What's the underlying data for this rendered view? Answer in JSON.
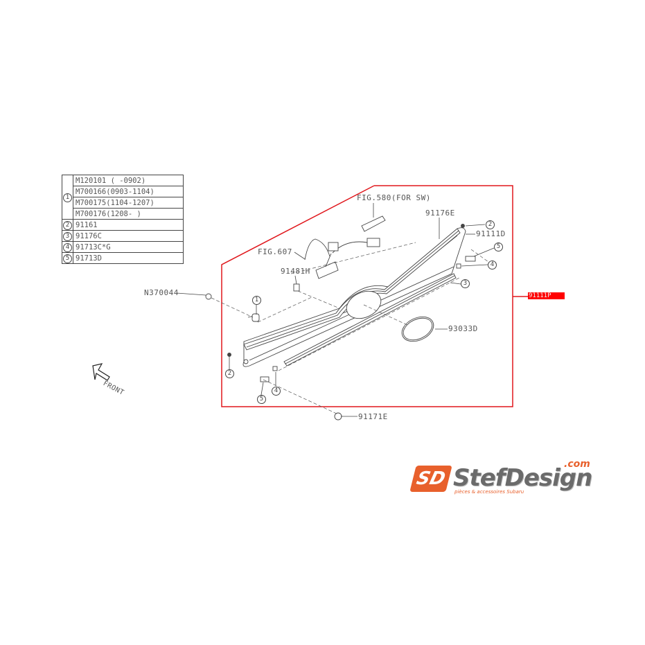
{
  "legend_table": {
    "rows": [
      {
        "num": "1",
        "values": [
          "M120101 (  -0902)",
          "M700166(0903-1104)",
          "M700175(1104-1207)",
          "M700176(1208-  )"
        ]
      },
      {
        "num": "2",
        "values": [
          "91161"
        ]
      },
      {
        "num": "3",
        "values": [
          "91176C"
        ]
      },
      {
        "num": "4",
        "values": [
          "91713C*G"
        ]
      },
      {
        "num": "5",
        "values": [
          "91713D"
        ]
      }
    ]
  },
  "callouts": {
    "fig580": "FIG.580(FOR SW)",
    "fig607": "FIG.607",
    "p91176E": "91176E",
    "p91111D": "91111D",
    "p91481H": "91481H",
    "pN370044": "N370044",
    "p93033D": "93033D",
    "p91171E": "91171E",
    "assembly_tag": "91111P",
    "front": "FRONT"
  },
  "circle_markers": {
    "c1": "1",
    "c2a": "2",
    "c2b": "2",
    "c3": "3",
    "c4a": "4",
    "c4b": "4",
    "c5a": "5",
    "c5b": "5"
  },
  "colors": {
    "assembly_border": "#e0161b",
    "tag_bg": "#ff0000",
    "logo_orange": "#e8602c",
    "logo_grey": "#6b6b6b"
  },
  "logo": {
    "mark": "SD",
    "word": "StefDesign",
    "domain": ".com",
    "tagline": "pièces & accessoires Subaru"
  }
}
